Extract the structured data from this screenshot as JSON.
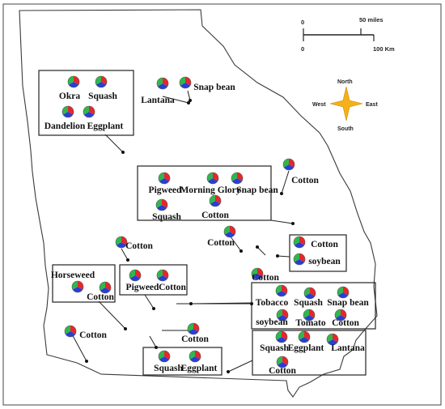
{
  "colors": {
    "red": "#e8262a",
    "green": "#2fb84a",
    "blue": "#2a3fd1",
    "star": "#f5b11a",
    "outline": "#222222"
  },
  "scale_bar": {
    "zero_top": "0",
    "top_label": "50 miles",
    "zero_bottom": "0",
    "bottom_label": "100 Km"
  },
  "compass": {
    "north": "North",
    "south": "South",
    "east": "East",
    "west": "West"
  },
  "groups": [
    {
      "id": "nw-box",
      "crops": [
        "Okra",
        "Squash",
        "Dandelion",
        "Eggplant"
      ]
    },
    {
      "id": "lantana-snapbean",
      "crops": [
        "Lantana",
        "Snap bean"
      ]
    },
    {
      "id": "center-box",
      "crops": [
        "Pigweed",
        "Morning Glory",
        "Snap bean",
        "Squash",
        "Cotton"
      ]
    },
    {
      "id": "ne-cotton",
      "crops": [
        "Cotton"
      ]
    },
    {
      "id": "w-cotton",
      "crops": [
        "Cotton"
      ]
    },
    {
      "id": "c-cotton",
      "crops": [
        "Cotton"
      ]
    },
    {
      "id": "e-box",
      "crops": [
        "Cotton",
        "soybean"
      ]
    },
    {
      "id": "horseweed-box",
      "crops": [
        "Horseweed",
        "Cotton"
      ]
    },
    {
      "id": "pigweed-box",
      "crops": [
        "Pigweed",
        "Cotton"
      ]
    },
    {
      "id": "c2-cotton",
      "crops": [
        "Cotton"
      ]
    },
    {
      "id": "se-box",
      "crops": [
        "Tobacco",
        "Squash",
        "Snap bean",
        "soybean",
        "Tomato",
        "Cotton"
      ]
    },
    {
      "id": "sw-cotton",
      "crops": [
        "Cotton"
      ]
    },
    {
      "id": "s-cotton",
      "crops": [
        "Cotton"
      ]
    },
    {
      "id": "s-box",
      "crops": [
        "Squash",
        "Eggplant"
      ]
    },
    {
      "id": "sse-box",
      "crops": [
        "Squash",
        "Eggplant",
        "Lantana",
        "Cotton"
      ]
    }
  ]
}
